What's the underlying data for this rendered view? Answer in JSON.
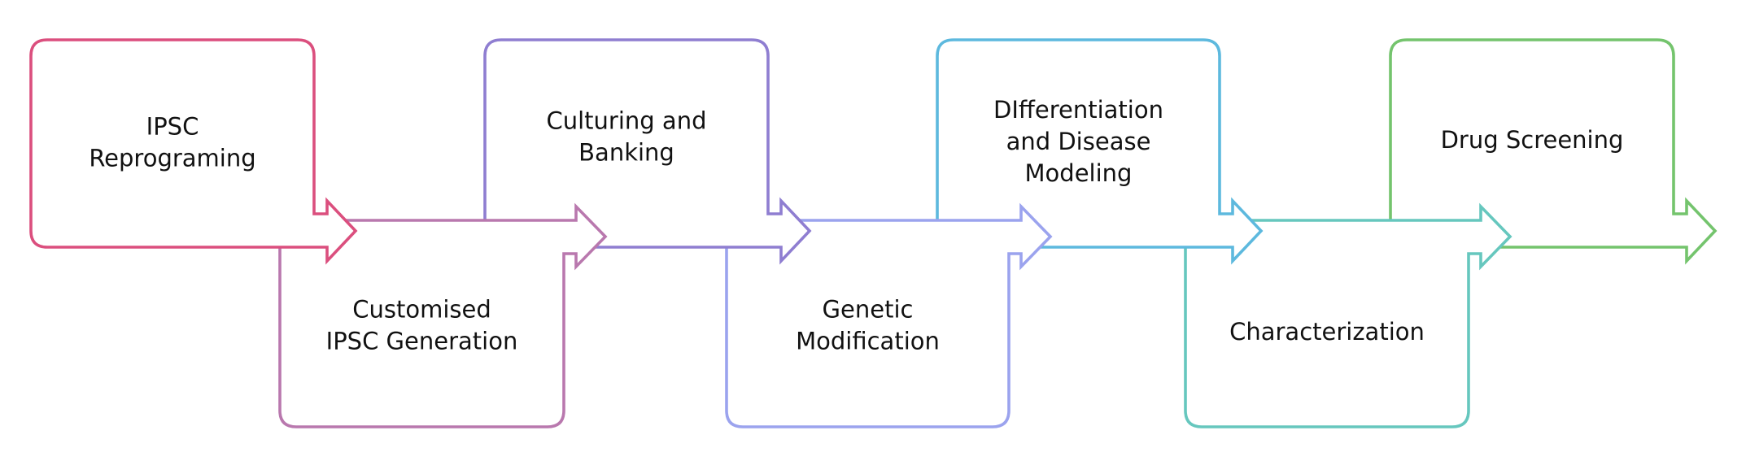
{
  "diagram": {
    "type": "process-flow",
    "direction": "left-to-right",
    "steps": [
      {
        "id": 1,
        "lines": [
          "IPSC",
          "Reprograming"
        ],
        "color": "#DB4F7E",
        "row": "upper"
      },
      {
        "id": 2,
        "lines": [
          "Customised",
          "IPSC Generation"
        ],
        "color": "#B978AE",
        "row": "lower"
      },
      {
        "id": 3,
        "lines": [
          "Culturing and",
          "Banking"
        ],
        "color": "#8F7ED1",
        "row": "upper"
      },
      {
        "id": 4,
        "lines": [
          "Genetic",
          "Modification"
        ],
        "color": "#9BA3EE",
        "row": "lower"
      },
      {
        "id": 5,
        "lines": [
          "DIfferentiation",
          "and Disease",
          "Modeling"
        ],
        "color": "#5DB9DE",
        "row": "upper"
      },
      {
        "id": 6,
        "lines": [
          "Characterization"
        ],
        "color": "#66C7BE",
        "row": "lower"
      },
      {
        "id": 7,
        "lines": [
          "Drug Screening"
        ],
        "color": "#74C46D",
        "row": "upper"
      }
    ]
  }
}
